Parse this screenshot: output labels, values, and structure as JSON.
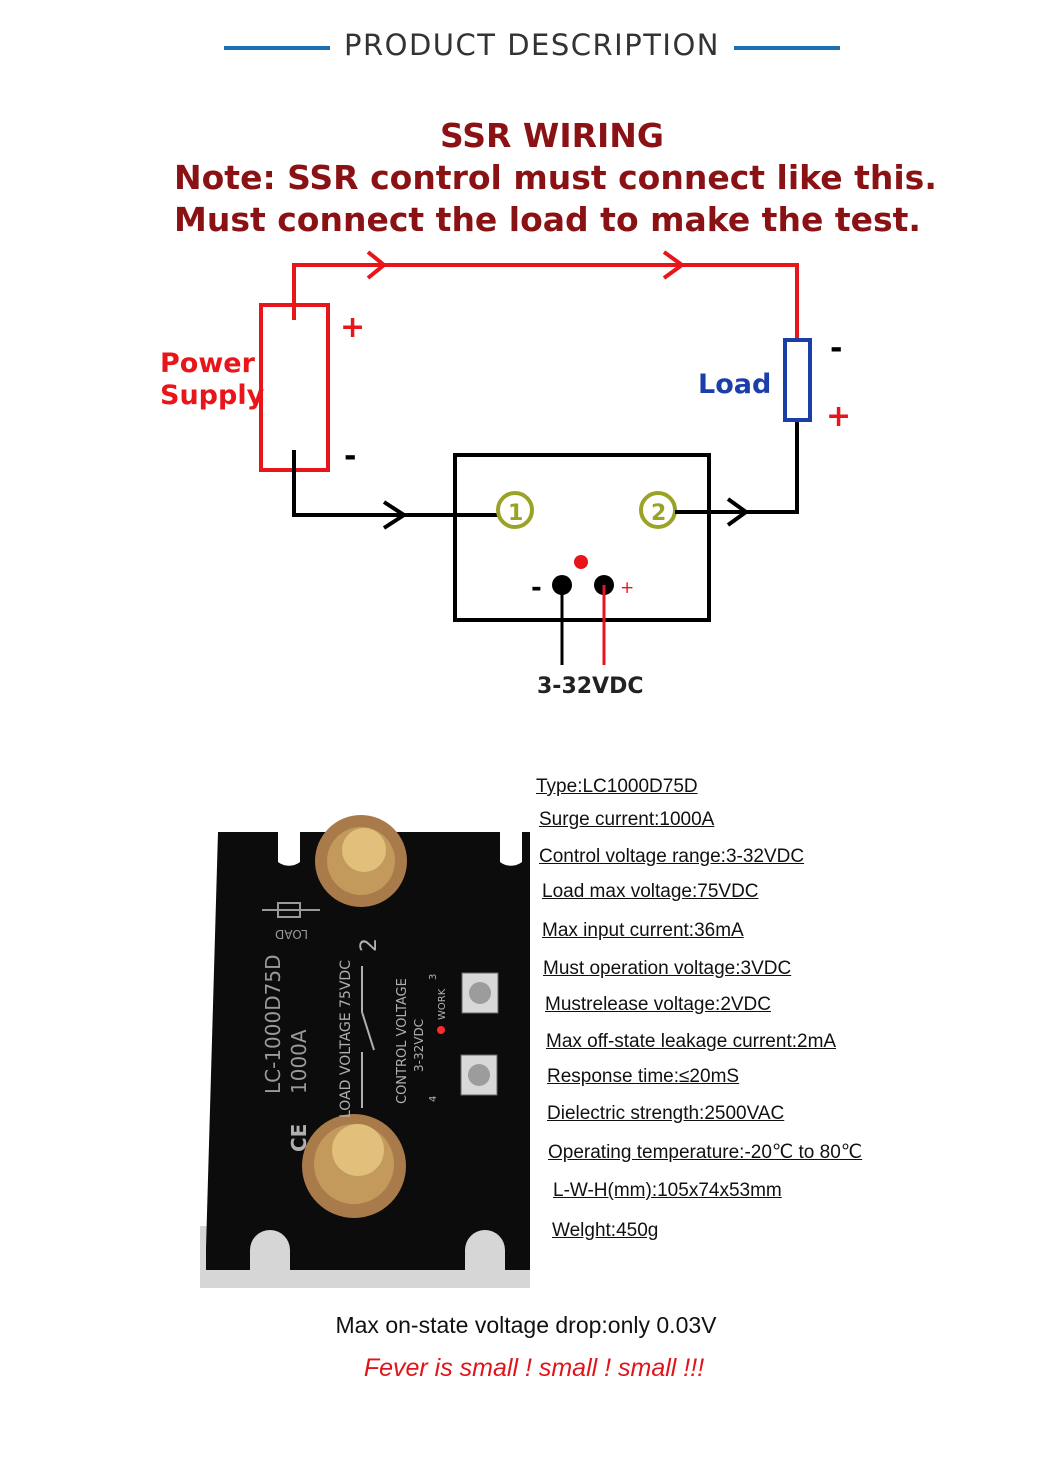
{
  "header": {
    "title": "PRODUCT DESCRIPTION"
  },
  "notes": {
    "heading": "SSR WIRING",
    "line1": "Note: SSR control must connect like this.",
    "line2": "Must connect the load to make the test."
  },
  "diagram": {
    "power_label_1": "Power",
    "power_label_2": "Supply",
    "supply_plus": "+",
    "supply_minus": "-",
    "load_label": "Load",
    "load_minus": "-",
    "load_plus": "+",
    "terminal_1": "1",
    "terminal_2": "2",
    "ctrl_minus": "-",
    "ctrl_plus": "+",
    "control_voltage": "3-32VDC",
    "colors": {
      "positive": "#e8151b",
      "negative": "#000000",
      "load": "#1b3fa8",
      "terminal": "#9aa326",
      "title": "#8b1214"
    }
  },
  "product_image": {
    "model": "LC-1000D75D",
    "rating": "1000A",
    "load_voltage": "LOAD VOLTAGE 75VDC",
    "control_voltage": "CONTROL VOLTAGE",
    "control_range": "3-32VDC",
    "work": "WORK",
    "load": "LOAD",
    "terminal_2": "2",
    "pin_4": "4",
    "pin_3": "3"
  },
  "specs": [
    "Type:LC1000D75D",
    "Surge current:1000A",
    "Control voltage range:3-32VDC",
    "Load max voltage:75VDC",
    "Max input current:36mA",
    "Must operation voltage:3VDC",
    "Mustrelease voltage:2VDC",
    "Max off-state leakage current:2mA",
    "Response time:≤20mS",
    "Dielectric strength:2500VAC",
    "Operating temperature:-20℃ to 80℃",
    "L-W-H(mm):105x74x53mm",
    "Welght:450g"
  ],
  "footer": {
    "line1": "Max on-state voltage drop:only 0.03V",
    "line2": "Fever is small ! small ! small !!!"
  }
}
